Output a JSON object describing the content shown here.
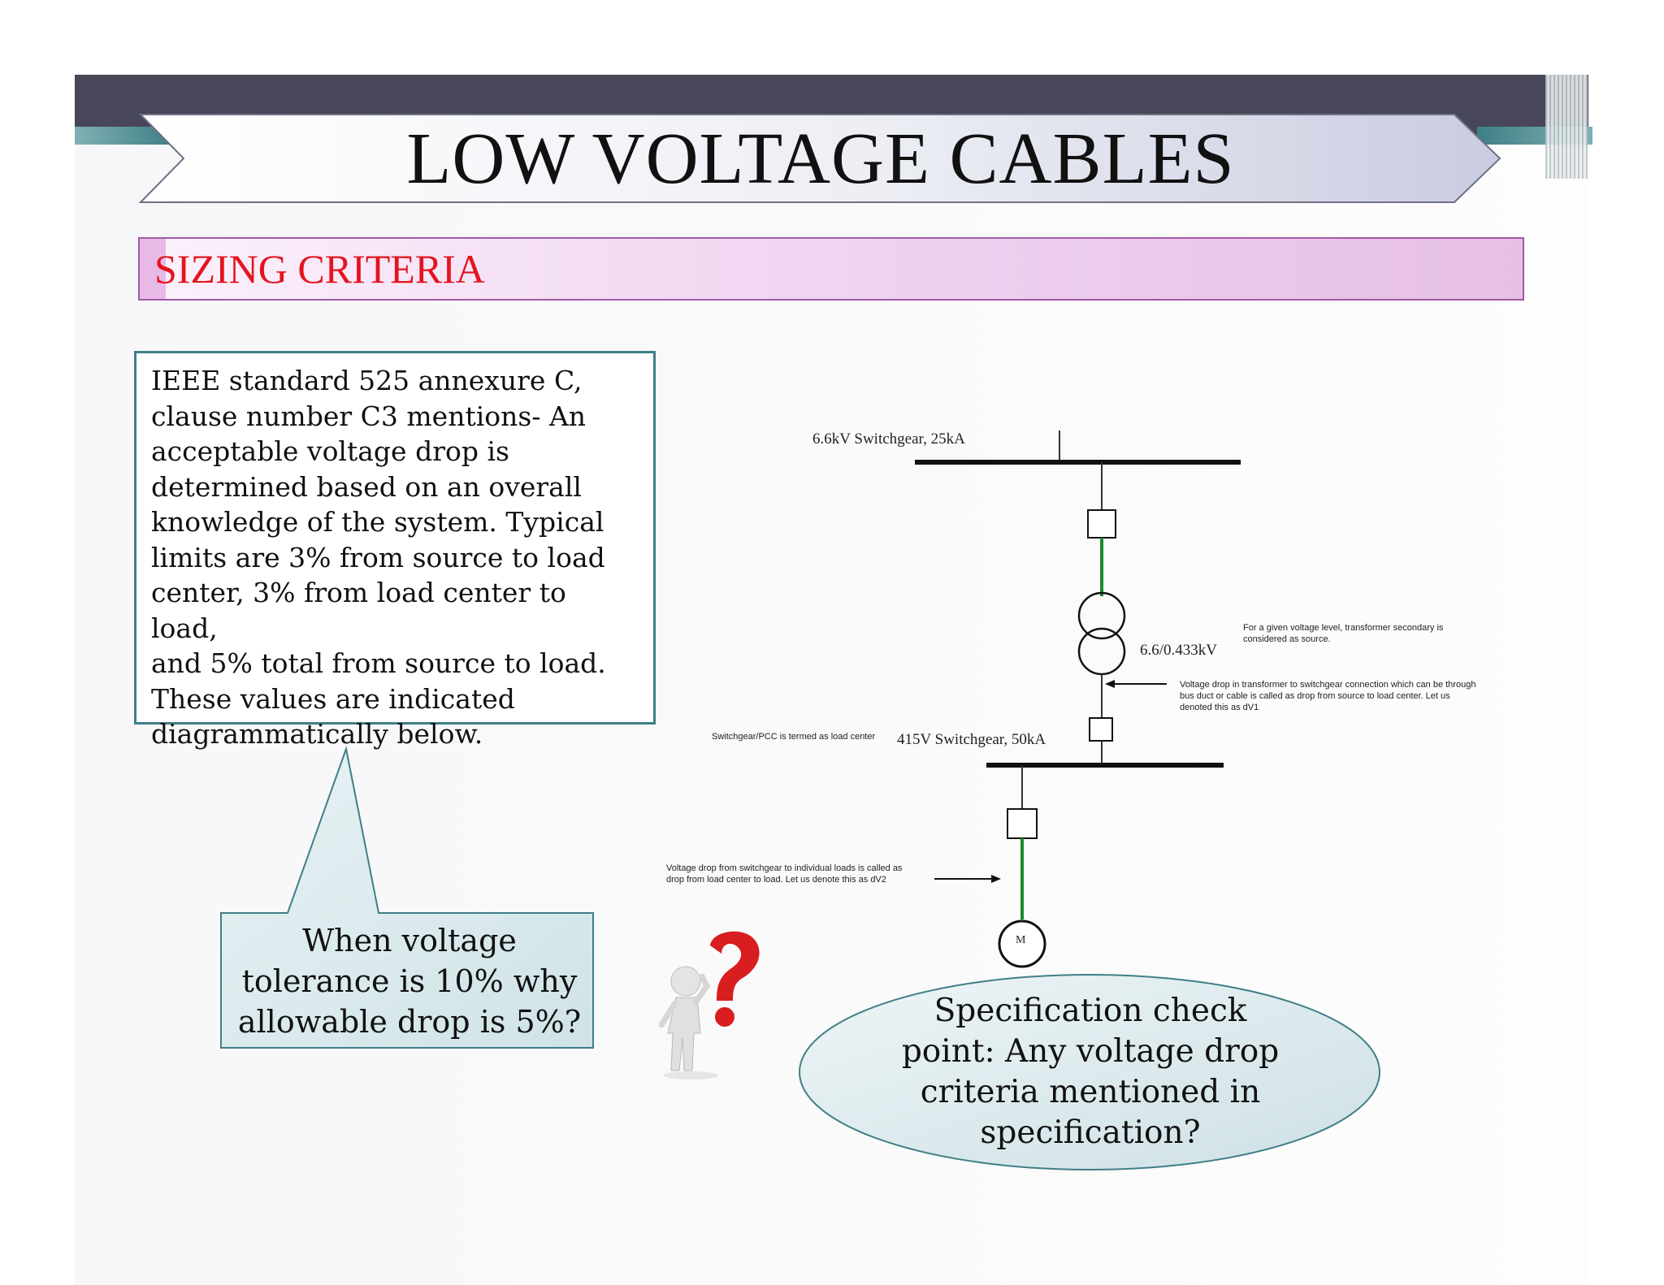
{
  "slide": {
    "title": "LOW VOLTAGE CABLES",
    "subtitle": "SIZING CRITERIA"
  },
  "info_box": {
    "text": "IEEE standard 525 annexure C,\nclause number C3 mentions- An\nacceptable voltage drop is\ndetermined based on an overall\nknowledge of the system. Typical\nlimits are 3% from source to load\ncenter, 3% from load center to load,\nand 5% total from source to load.\nThese values are indicated\ndiagrammatically below."
  },
  "callout": {
    "text": "When voltage\ntolerance is 10% why\nallowable drop is 5%?"
  },
  "check_point": {
    "text": "Specification check\npoint: Any voltage drop\ncriteria mentioned in\nspecification?"
  },
  "diagram": {
    "hv_bus_label": "6.6kV Switchgear, 25kA",
    "transformer_label": "6.6/0.433kV",
    "source_note": "For a given voltage level, transformer secondary is\nconsidered as source.",
    "dv1_note": "Voltage drop in transformer to switchgear connection which can be through\nbus duct or cable is called as drop from source to load center. Let us\ndenoted this as dV1",
    "load_center_note": "Switchgear/PCC is termed as load center",
    "lv_bus_label": "415V Switchgear, 50kA",
    "dv2_note": "Voltage drop from switchgear to individual loads is called as\ndrop from load center to load. Let us denote this as dV2",
    "motor_label": "M"
  },
  "colors": {
    "title_bar": "#474759",
    "subtitle_text": "#e3141f",
    "box_border": "#3f7f86",
    "cable_green": "#1a8a2a",
    "question_red": "#d81e1e"
  }
}
